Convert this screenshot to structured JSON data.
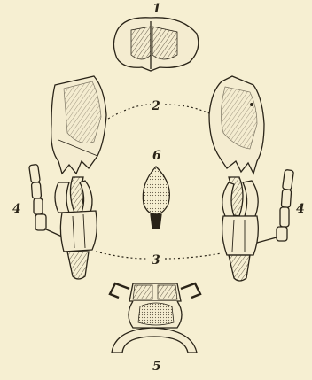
{
  "figure": {
    "labels": {
      "one": "1",
      "two": "2",
      "three": "3",
      "four_left": "4",
      "four_right": "4",
      "five": "5",
      "six": "6"
    },
    "colors": {
      "paper": "#f6efd2",
      "ink": "#2a2418",
      "hatch": "#6b6250"
    }
  }
}
